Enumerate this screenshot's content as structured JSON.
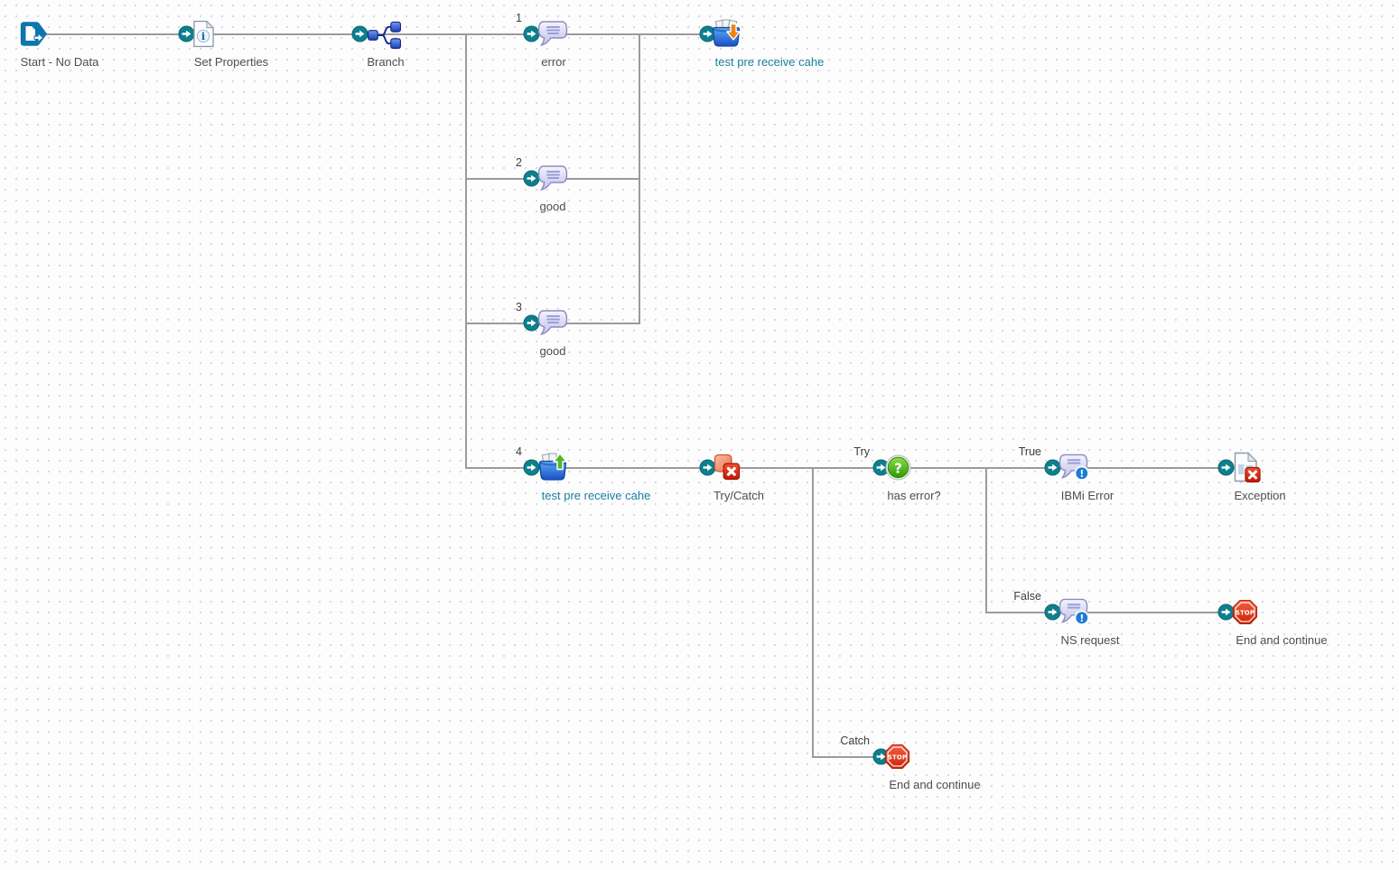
{
  "canvas": {
    "type": "process-flow"
  },
  "colors": {
    "accent_teal": "#0d7f8d",
    "connector_line": "#9b9b9b",
    "label_text": "#4e4e4e",
    "linked_label_text": "#1a7f9e",
    "grid_dot": "#d6d6e0",
    "start_blue": "#0e76ac",
    "branch_blue": "#2b52c8",
    "message_lavender": "#cdcdf0",
    "cache_blue": "#2a7de0",
    "cache_arrow_orange": "#f2830f",
    "cache_arrow_green": "#52b82a",
    "try_catch_orange": "#ef7a55",
    "decision_green": "#3f9d12",
    "badge_red": "#cc1f10",
    "notify_badge_blue": "#1d7bd4",
    "stop_red": "#d92b04"
  },
  "nodes": {
    "start": {
      "label": "Start - No Data",
      "icon": "start-icon"
    },
    "set_properties": {
      "label": "Set Properties",
      "icon": "document-info-icon"
    },
    "branch": {
      "label": "Branch",
      "icon": "branch-icon"
    },
    "branch_1": {
      "number": "1",
      "label": "error",
      "icon": "message-icon"
    },
    "cache_top": {
      "label": "test pre receive cahe",
      "icon": "add-to-cache-icon"
    },
    "branch_2": {
      "number": "2",
      "label": "good",
      "icon": "message-icon"
    },
    "branch_3": {
      "number": "3",
      "label": "good",
      "icon": "message-icon"
    },
    "branch_4": {
      "number": "4",
      "label": "test pre receive cahe",
      "icon": "retrieve-from-cache-icon"
    },
    "try_catch": {
      "label": "Try/Catch",
      "icon": "try-catch-icon"
    },
    "has_error": {
      "path_label": "Try",
      "label": "has error?",
      "icon": "decision-icon"
    },
    "ibmi_error": {
      "path_label": "True",
      "label": "IBMi Error",
      "icon": "notify-icon"
    },
    "exception": {
      "label": "Exception",
      "icon": "exception-icon"
    },
    "ns_request": {
      "path_label": "False",
      "label": "NS request",
      "icon": "notify-icon"
    },
    "end_continue_false": {
      "label": "End and continue",
      "icon": "stop-icon"
    },
    "end_continue_catch": {
      "path_label": "Catch",
      "label": "End and continue",
      "icon": "stop-icon"
    }
  }
}
